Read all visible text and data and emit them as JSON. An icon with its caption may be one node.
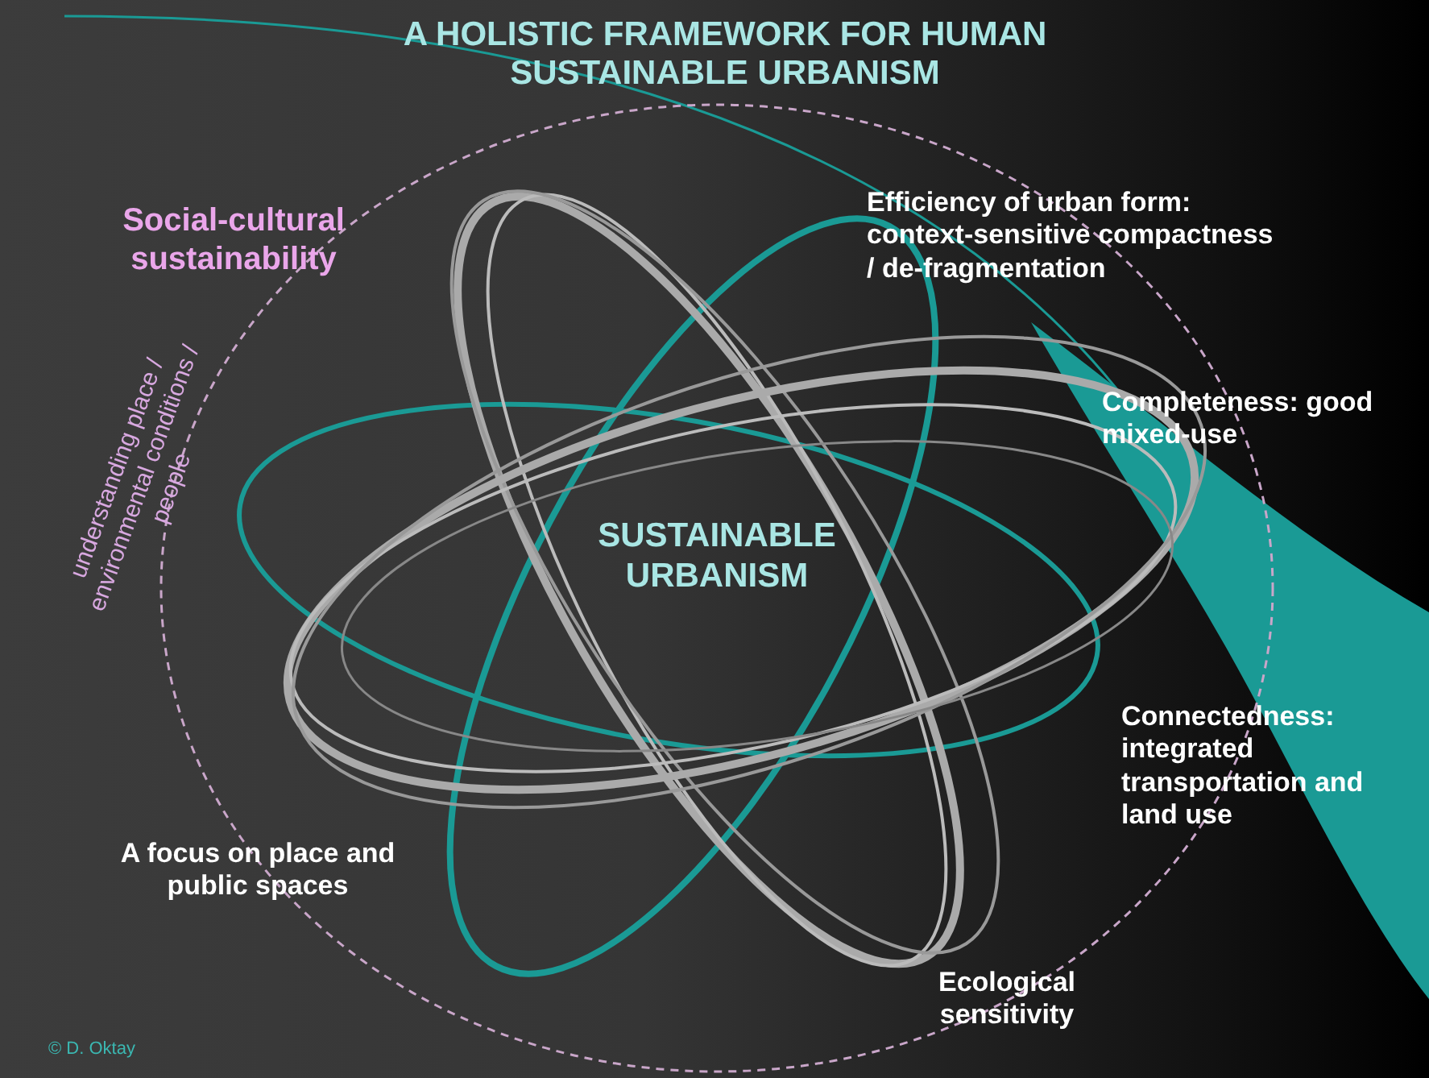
{
  "diagram": {
    "title": "A HOLISTIC FRAMEWORK FOR HUMAN SUSTAINABLE URBANISM",
    "labels": [
      "Social-cultural sustainability",
      "Efficiency of urban form: context-sensitive compactness / de-fragmentation",
      "Completeness: good mixed-use",
      "understanding place / environmental conditions / people",
      "SUSTAINABLE URBANISM",
      "Connectedness: integrated transportation and land use",
      "A focus on place and public spaces",
      "Ecological sensitivity",
      "© D. Oktay"
    ]
  }
}
